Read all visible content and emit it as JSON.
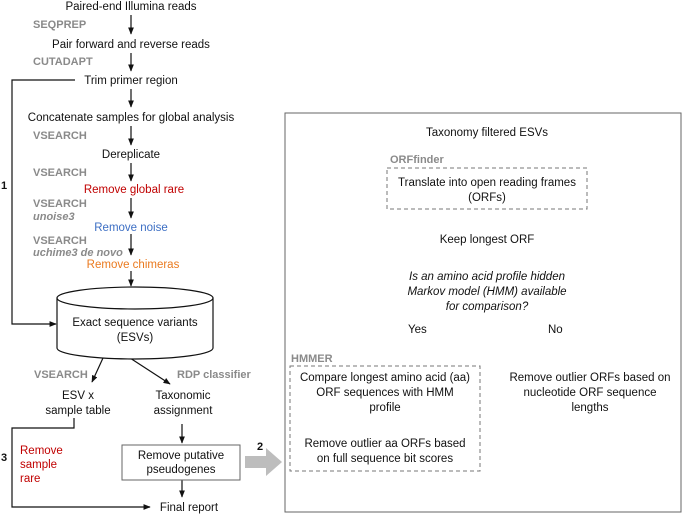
{
  "pipeline": {
    "step_reads": "Paired-end Illumina reads",
    "tool_seqprep": "SEQPREP",
    "step_pair": "Pair forward and reverse reads",
    "tool_cutadapt": "CUTADAPT",
    "step_trim": "Trim primer region",
    "step_concat": "Concatenate samples for global analysis",
    "tool_vsearch_1": "VSEARCH",
    "step_dereplicate": "Dereplicate",
    "tool_vsearch_2": "VSEARCH",
    "step_remove_global_rare": "Remove global rare",
    "tool_vsearch_3": "VSEARCH",
    "tool_unoise3": "unoise3",
    "step_remove_noise": "Remove noise",
    "tool_vsearch_4": "VSEARCH",
    "tool_uchime3": "uchime3 de novo",
    "step_remove_chimeras": "Remove chimeras",
    "esv_line1": "Exact sequence variants",
    "esv_line2": "(ESVs)",
    "tool_vsearch_5": "VSEARCH",
    "tool_rdp": "RDP classifier",
    "table_line1": "ESV x",
    "table_line2": "sample table",
    "taxo_line1": "Taxonomic",
    "taxo_line2": "assignment",
    "remove_sample_rare_1": "Remove",
    "remove_sample_rare_2": "sample",
    "remove_sample_rare_3": "rare",
    "pseudo_line1": "Remove putative",
    "pseudo_line2": "pseudogenes",
    "final_report": "Final report",
    "label_1": "1",
    "label_2": "2",
    "label_3": "3"
  },
  "panel": {
    "title": "Taxonomy filtered ESVs",
    "tool_orffinder": "ORFfinder",
    "translate_line1": "Translate into open reading frames",
    "translate_line2": "(ORFs)",
    "keep_longest": "Keep longest ORF",
    "question_line1": "Is an amino acid profile hidden",
    "question_line2": "Markov model (HMM) available",
    "question_line3": "for comparison?",
    "yes": "Yes",
    "no": "No",
    "tool_hmmer": "HMMER",
    "compare_line1": "Compare longest amino acid (aa)",
    "compare_line2": "ORF sequences with HMM",
    "compare_line3": "profile",
    "outlier_aa_line1": "Remove outlier aa ORFs based",
    "outlier_aa_line2": "on full sequence bit scores",
    "outlier_nt_line1": "Remove outlier ORFs based on",
    "outlier_nt_line2": "nucleotide ORF sequence",
    "outlier_nt_line3": "lengths"
  },
  "colors": {
    "red": "#c00000",
    "blue": "#3d6fc4",
    "orange": "#ea7a1f",
    "tool_gray": "#8a8a8a"
  }
}
